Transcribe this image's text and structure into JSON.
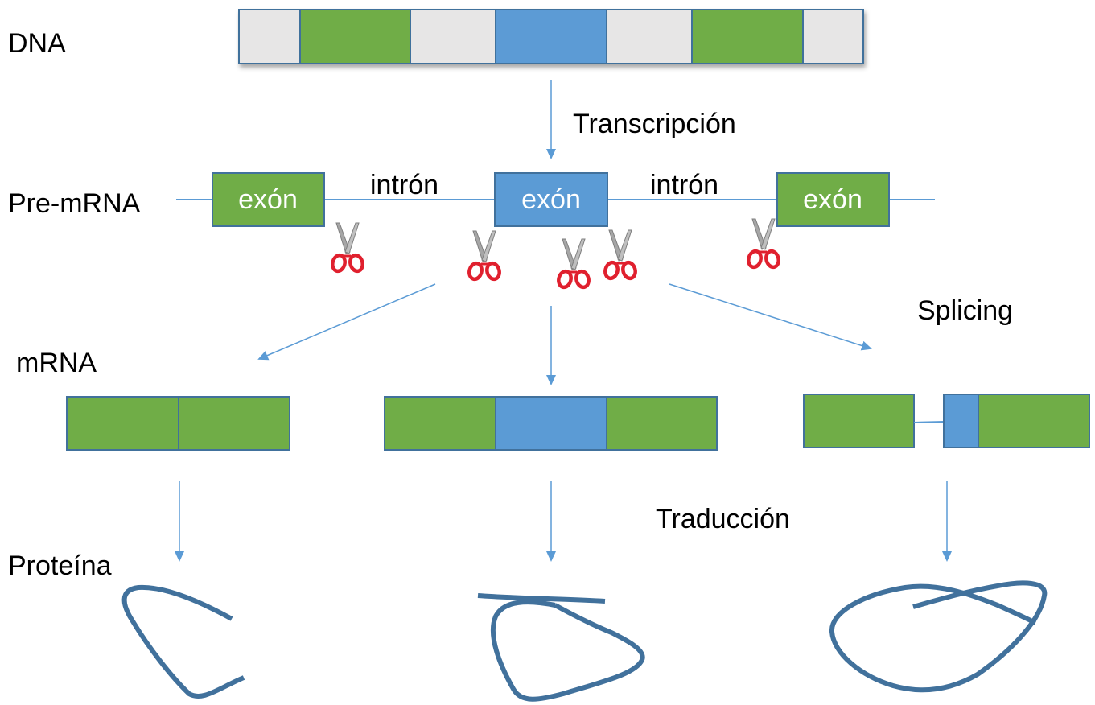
{
  "labels": {
    "dna": "DNA",
    "pre_mrna": "Pre-mRNA",
    "mrna": "mRNA",
    "protein": "Proteína",
    "transcription": "Transcripción",
    "splicing": "Splicing",
    "translation": "Traducción"
  },
  "pre_mrna": {
    "exon_label": "exón",
    "intron_label": "intrón"
  },
  "colors": {
    "exon_green": "#70ad47",
    "exon_blue": "#5b9bd5",
    "intron_gray": "#e7e6e6",
    "border": "#41719c",
    "arrow": "#5b9bd5",
    "protein": "#41719c",
    "scissors_handle": "#e0202e",
    "scissors_blade": "#a6a6a6"
  },
  "icons": {
    "scissors": "scissors-icon"
  }
}
